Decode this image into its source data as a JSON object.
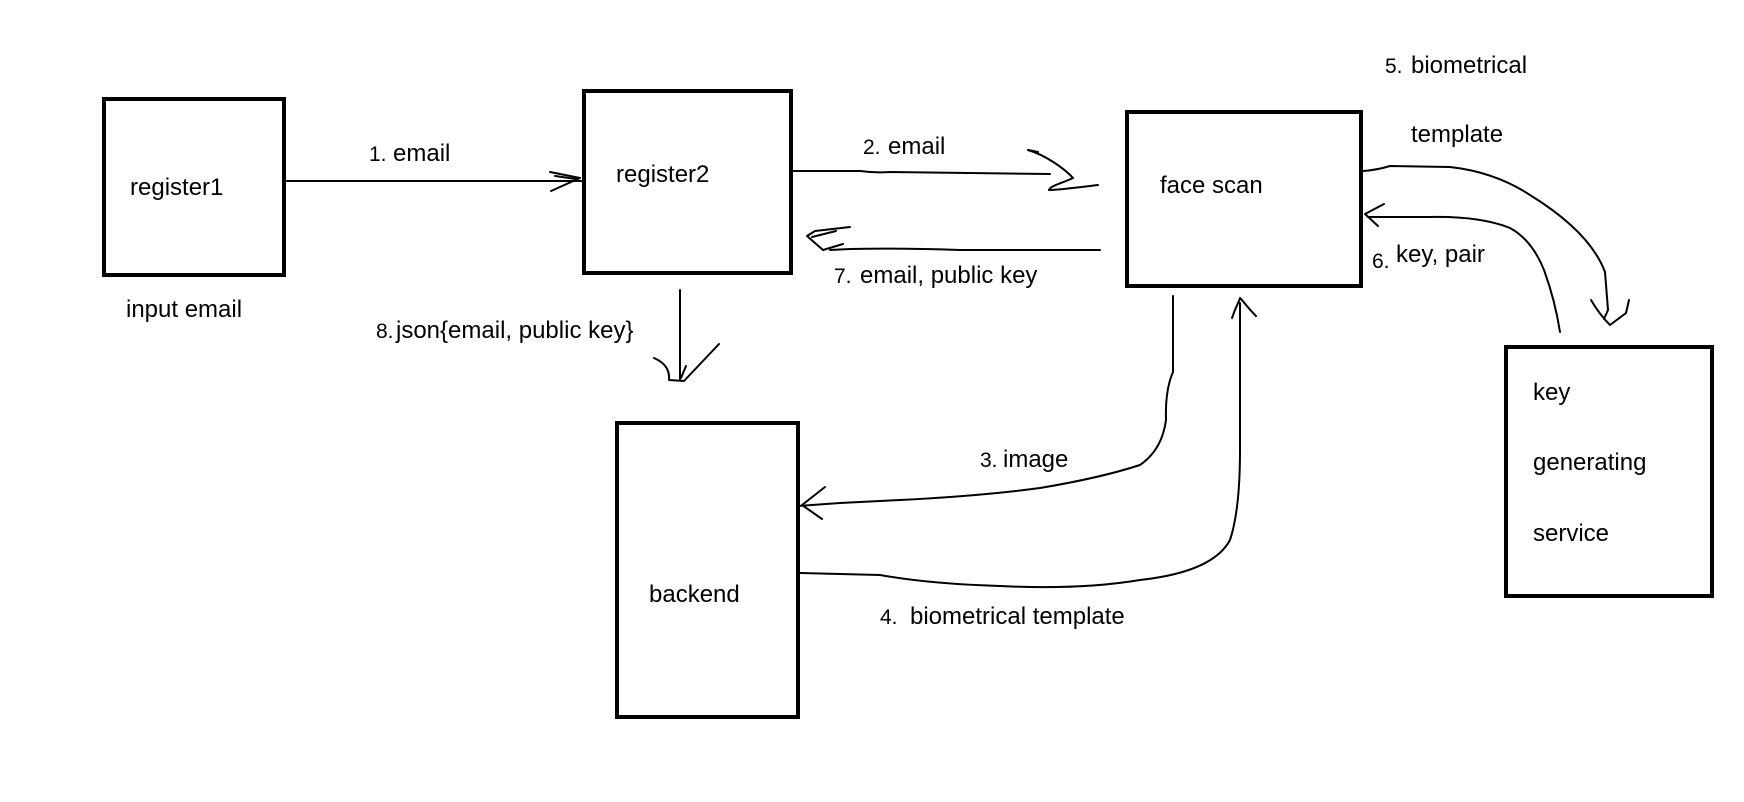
{
  "diagram": {
    "nodes": {
      "register1": {
        "label": "register1",
        "caption": "input email"
      },
      "register2": {
        "label": "register2"
      },
      "face_scan": {
        "label": "face scan"
      },
      "backend": {
        "label": "backend"
      },
      "key_service": {
        "lines": [
          "key",
          "generating",
          "service"
        ]
      }
    },
    "edges": {
      "e1": {
        "num": "1.",
        "text": "email"
      },
      "e2": {
        "num": "2.",
        "text": "email"
      },
      "e3": {
        "num": "3.",
        "text": "image"
      },
      "e4": {
        "num": "4.",
        "text": "biometrical template"
      },
      "e5": {
        "num": "5.",
        "text": "biometrical",
        "text2": "template"
      },
      "e6": {
        "num": "6.",
        "text": "key, pair"
      },
      "e7": {
        "num": "7.",
        "text": "email, public key"
      },
      "e8": {
        "num": "8.",
        "text": "json{email, public key}"
      }
    }
  }
}
